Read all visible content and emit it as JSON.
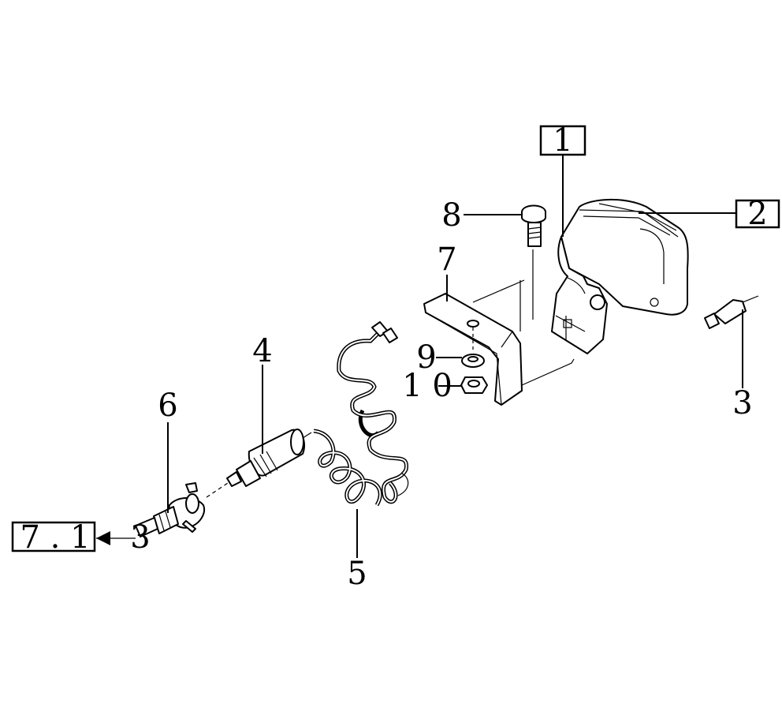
{
  "callouts": {
    "c1": "1",
    "c2": "2",
    "c3": "3",
    "c4": "4",
    "c5": "5",
    "c6": "6",
    "c7": "7",
    "c8": "8",
    "c9": "9",
    "c10": "1 0",
    "ref_box": "7 . 1",
    "ref_suffix": "3"
  }
}
